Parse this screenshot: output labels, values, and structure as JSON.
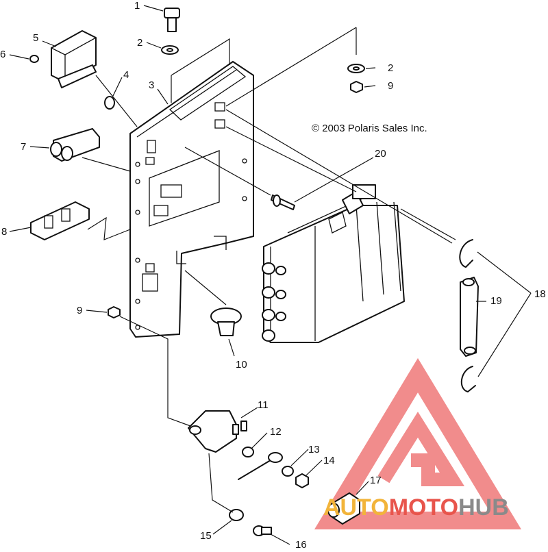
{
  "copyright": "© 2003 Polaris Sales Inc.",
  "callouts": {
    "c1": "1",
    "c2a": "2",
    "c2b": "2",
    "c3": "3",
    "c4": "4",
    "c5": "5",
    "c6": "6",
    "c7": "7",
    "c8": "8",
    "c9a": "9",
    "c9b": "9",
    "c10": "10",
    "c11": "11",
    "c12": "12",
    "c13": "13",
    "c14": "14",
    "c15": "15",
    "c16": "16",
    "c17": "17",
    "c18": "18",
    "c19": "19",
    "c20": "20"
  },
  "watermark": {
    "auto": "AUTO",
    "moto": "MOTO",
    "hub": "HUB",
    "colors": {
      "triangle": "#f08080",
      "auto": "#f2b43a",
      "moto": "#e8554c",
      "hub": "#8a8a8a"
    }
  }
}
